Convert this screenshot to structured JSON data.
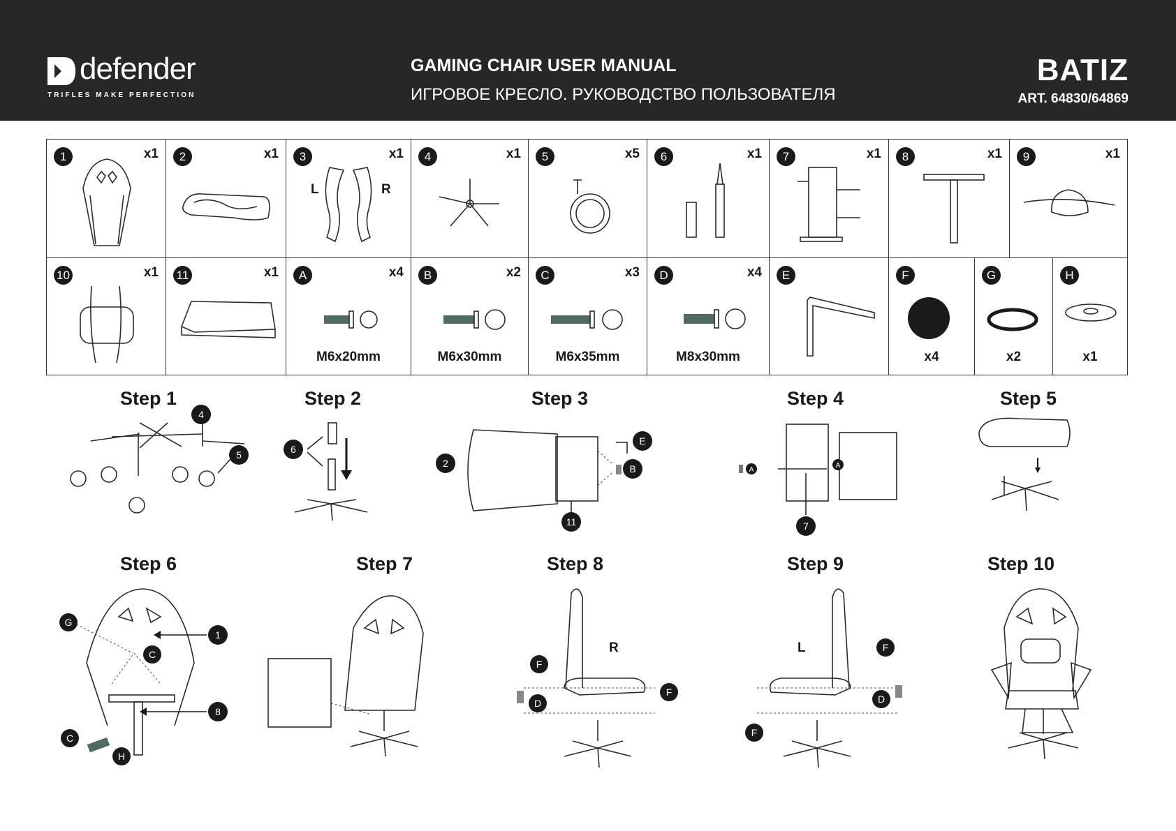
{
  "header": {
    "brand": "defender",
    "tagline": "TRIFLES MAKE PERFECTION",
    "title_en": "GAMING CHAIR USER MANUAL",
    "title_ru": "ИГРОВОЕ КРЕСЛО. РУКОВОДСТВО ПОЛЬЗОВАТЕЛЯ",
    "model": "BATIZ",
    "article": "ART.  64830/64869"
  },
  "parts": [
    {
      "id": "1",
      "qty": "x1",
      "icon": "backrest-icon"
    },
    {
      "id": "2",
      "qty": "x1",
      "icon": "seat-icon"
    },
    {
      "id": "3",
      "qty": "x1",
      "icon": "armrests-icon",
      "left_label": "L",
      "right_label": "R"
    },
    {
      "id": "4",
      "qty": "x1",
      "icon": "star-base-icon"
    },
    {
      "id": "5",
      "qty": "x5",
      "icon": "caster-icon"
    },
    {
      "id": "6",
      "qty": "x1",
      "icon": "gas-lift-icon"
    },
    {
      "id": "7",
      "qty": "x1",
      "icon": "mechanism-icon"
    },
    {
      "id": "8",
      "qty": "x1",
      "icon": "t-bracket-icon"
    },
    {
      "id": "9",
      "qty": "x1",
      "icon": "headrest-pillow-icon"
    },
    {
      "id": "10",
      "qty": "x1",
      "icon": "lumbar-pillow-icon"
    },
    {
      "id": "11",
      "qty": "x1",
      "icon": "footrest-icon"
    },
    {
      "id": "A",
      "qty": "x4",
      "caption": "M6x20mm",
      "icon": "bolt-washer-icon"
    },
    {
      "id": "B",
      "qty": "x2",
      "caption": "M6x30mm",
      "icon": "bolt-washer-icon"
    },
    {
      "id": "C",
      "qty": "x3",
      "caption": "M6x35mm",
      "icon": "bolt-washer-icon"
    },
    {
      "id": "D",
      "qty": "x4",
      "caption": "M8x30mm",
      "icon": "bolt-washer-icon"
    },
    {
      "id": "E",
      "icon": "allen-key-icon"
    },
    {
      "id": "F",
      "caption": "x4",
      "icon": "cap-disc-icon"
    },
    {
      "id": "G",
      "caption": "x2",
      "icon": "ring-icon"
    },
    {
      "id": "H",
      "caption": "x1",
      "icon": "washer-icon"
    }
  ],
  "steps": [
    {
      "title": "Step 1",
      "markers": [
        "4",
        "5"
      ]
    },
    {
      "title": "Step 2",
      "markers": [
        "6"
      ]
    },
    {
      "title": "Step 3",
      "markers": [
        "2",
        "E",
        "B",
        "11"
      ]
    },
    {
      "title": "Step 4",
      "markers": [
        "A",
        "A",
        "7"
      ]
    },
    {
      "title": "Step 5",
      "markers": []
    },
    {
      "title": "Step 6",
      "markers": [
        "G",
        "1",
        "C",
        "8",
        "C",
        "H"
      ]
    },
    {
      "title": "Step 7",
      "markers": []
    },
    {
      "title": "Step 8",
      "side": "R",
      "markers": [
        "F",
        "D",
        "F"
      ]
    },
    {
      "title": "Step 9",
      "side": "L",
      "markers": [
        "F",
        "D",
        "F"
      ]
    },
    {
      "title": "Step 10",
      "markers": []
    }
  ]
}
